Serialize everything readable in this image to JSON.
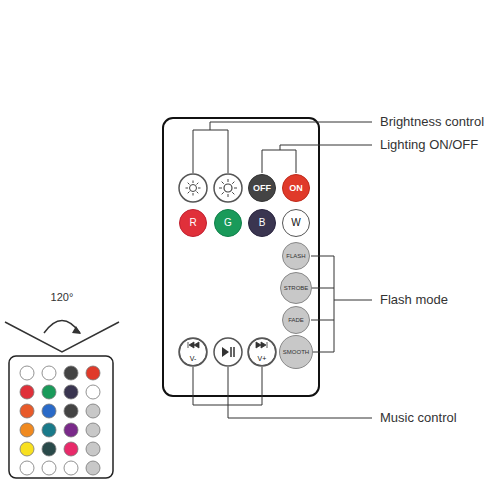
{
  "diagram": {
    "nodes": [
      {
        "text": [
          "OFF"
        ]
      },
      {
        "text": [
          "ON"
        ]
      },
      {
        "text": [
          "R"
        ]
      },
      {
        "text": [
          "G"
        ]
      },
      {
        "text": [
          "B"
        ]
      },
      {
        "text": [
          "W"
        ]
      },
      {
        "text": [
          "FLASH"
        ]
      },
      {
        "text": [
          "STROBE"
        ]
      },
      {
        "text": [
          "FADE"
        ]
      },
      {
        "text": [
          "SMOOTH"
        ]
      },
      {
        "text": [
          "V-"
        ]
      },
      {
        "text": [
          "V+"
        ]
      }
    ],
    "labels": [
      "Brightness control",
      "Lighting ON/OFF",
      "Flash mode",
      "Music control",
      "120°"
    ]
  }
}
